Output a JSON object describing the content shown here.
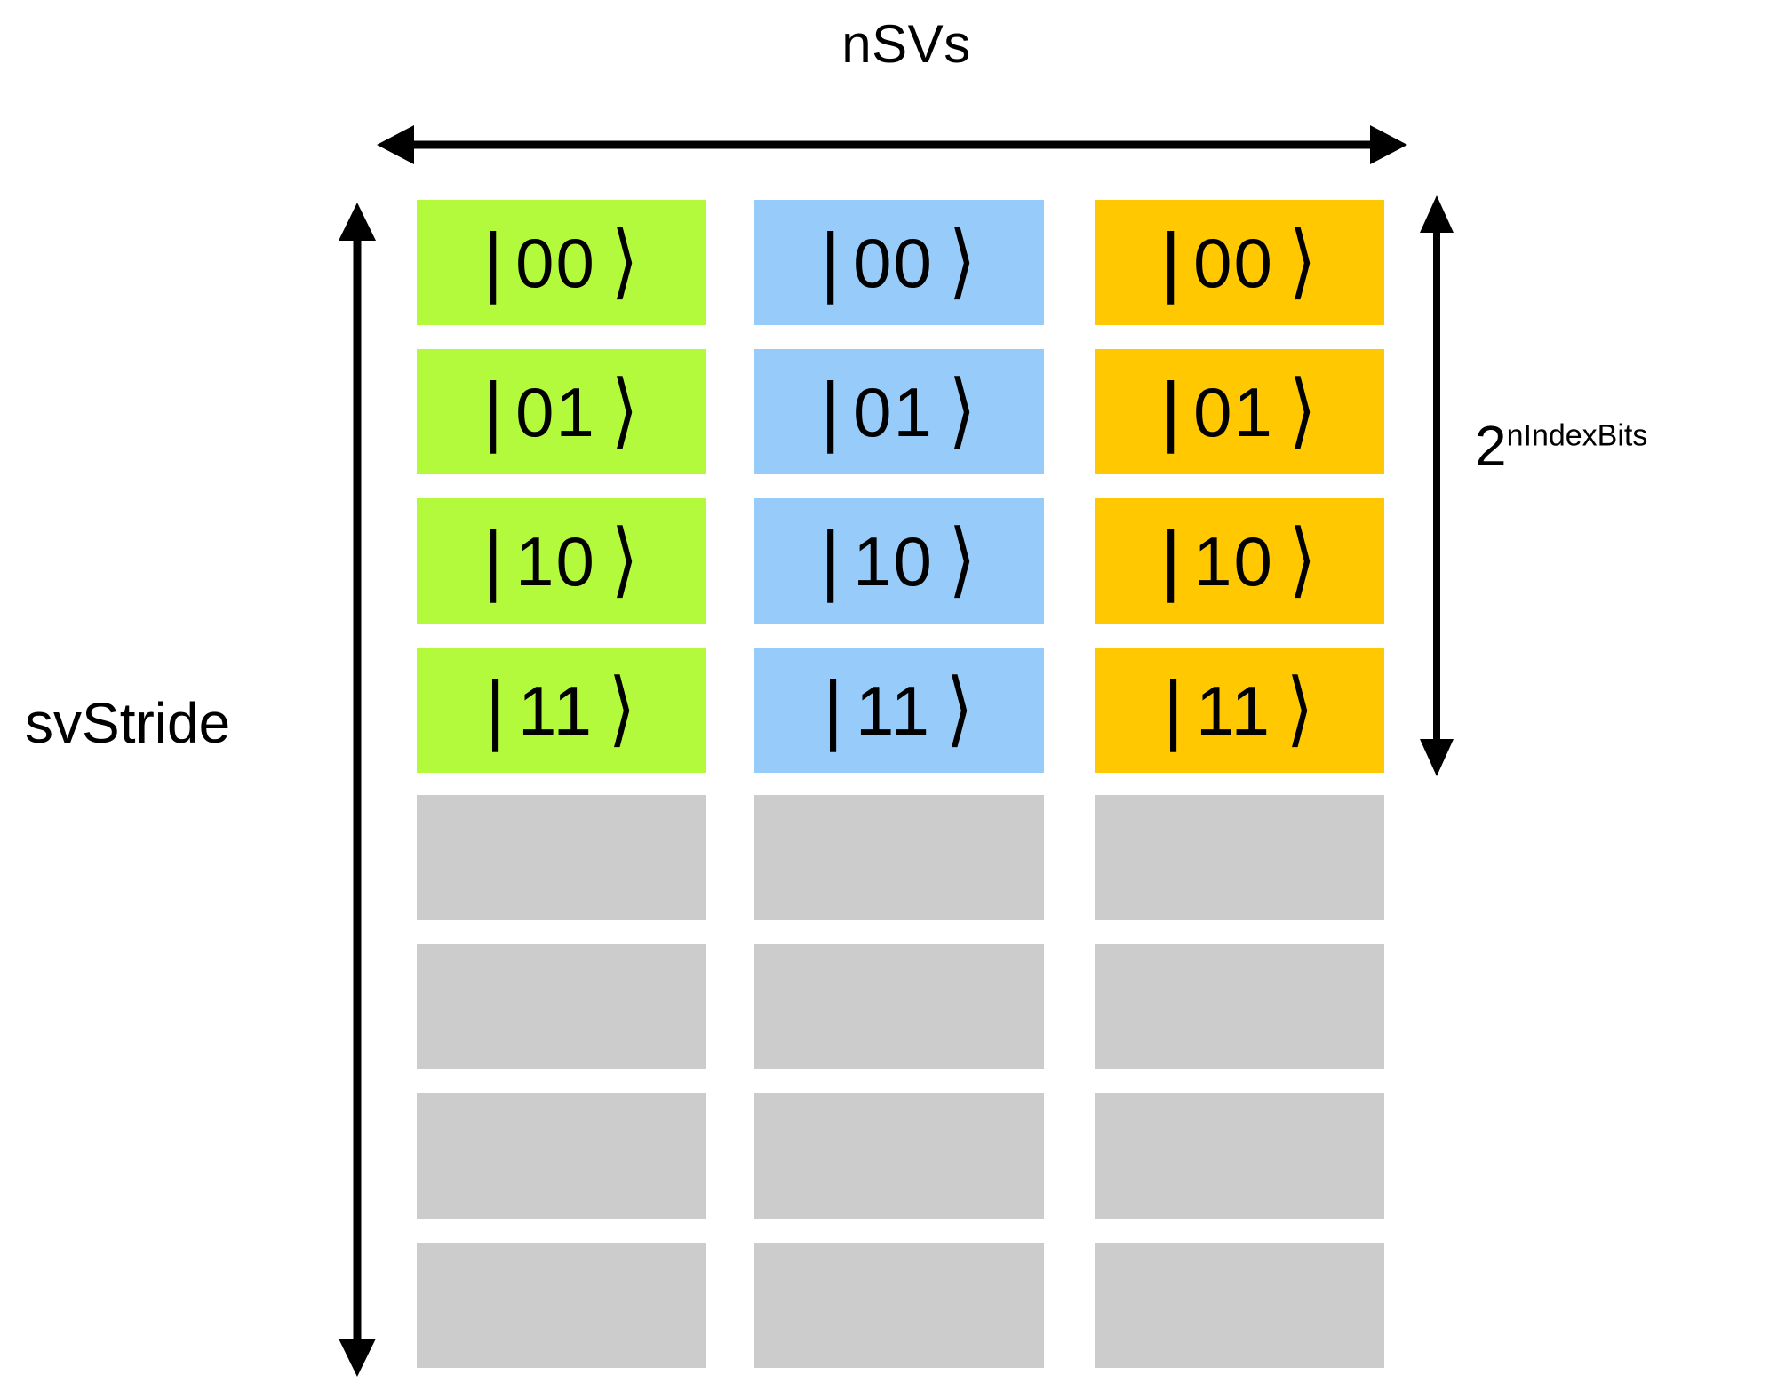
{
  "diagram": {
    "title_top": "nSVs",
    "label_left": "svStride",
    "label_right_base": "2",
    "label_right_exponent": "nIndexBits",
    "ket_open": "|",
    "ket_close": "⟩",
    "colors": {
      "green": "#b4fa3c",
      "blue": "#97cbf9",
      "yellow": "#ffc800",
      "gray": "#cccccc",
      "stroke": "#000000",
      "background": "#ffffff"
    },
    "columns": [
      {
        "name": "statevector-0",
        "color_key": "green",
        "color": "#b4fa3c",
        "cells": [
          {
            "label": "00",
            "filled": true
          },
          {
            "label": "01",
            "filled": true
          },
          {
            "label": "10",
            "filled": true
          },
          {
            "label": "11",
            "filled": true
          },
          {
            "label": "",
            "filled": false
          },
          {
            "label": "",
            "filled": false
          },
          {
            "label": "",
            "filled": false
          },
          {
            "label": "",
            "filled": false
          }
        ]
      },
      {
        "name": "statevector-1",
        "color_key": "blue",
        "color": "#97cbf9",
        "cells": [
          {
            "label": "00",
            "filled": true
          },
          {
            "label": "01",
            "filled": true
          },
          {
            "label": "10",
            "filled": true
          },
          {
            "label": "11",
            "filled": true
          },
          {
            "label": "",
            "filled": false
          },
          {
            "label": "",
            "filled": false
          },
          {
            "label": "",
            "filled": false
          },
          {
            "label": "",
            "filled": false
          }
        ]
      },
      {
        "name": "statevector-2",
        "color_key": "yellow",
        "color": "#ffc800",
        "cells": [
          {
            "label": "00",
            "filled": true
          },
          {
            "label": "01",
            "filled": true
          },
          {
            "label": "10",
            "filled": true
          },
          {
            "label": "11",
            "filled": true
          },
          {
            "label": "",
            "filled": false
          },
          {
            "label": "",
            "filled": false
          },
          {
            "label": "",
            "filled": false
          },
          {
            "label": "",
            "filled": false
          }
        ]
      }
    ],
    "annotations": [
      {
        "name": "nsvs-span-arrow",
        "orientation": "horizontal",
        "double_headed": true,
        "label": "nSVs"
      },
      {
        "name": "svstride-span-arrow",
        "orientation": "vertical",
        "double_headed": true,
        "label": "svStride"
      },
      {
        "name": "nindexbits-span-arrow",
        "orientation": "vertical",
        "double_headed": true,
        "label": "2^nIndexBits"
      }
    ]
  }
}
